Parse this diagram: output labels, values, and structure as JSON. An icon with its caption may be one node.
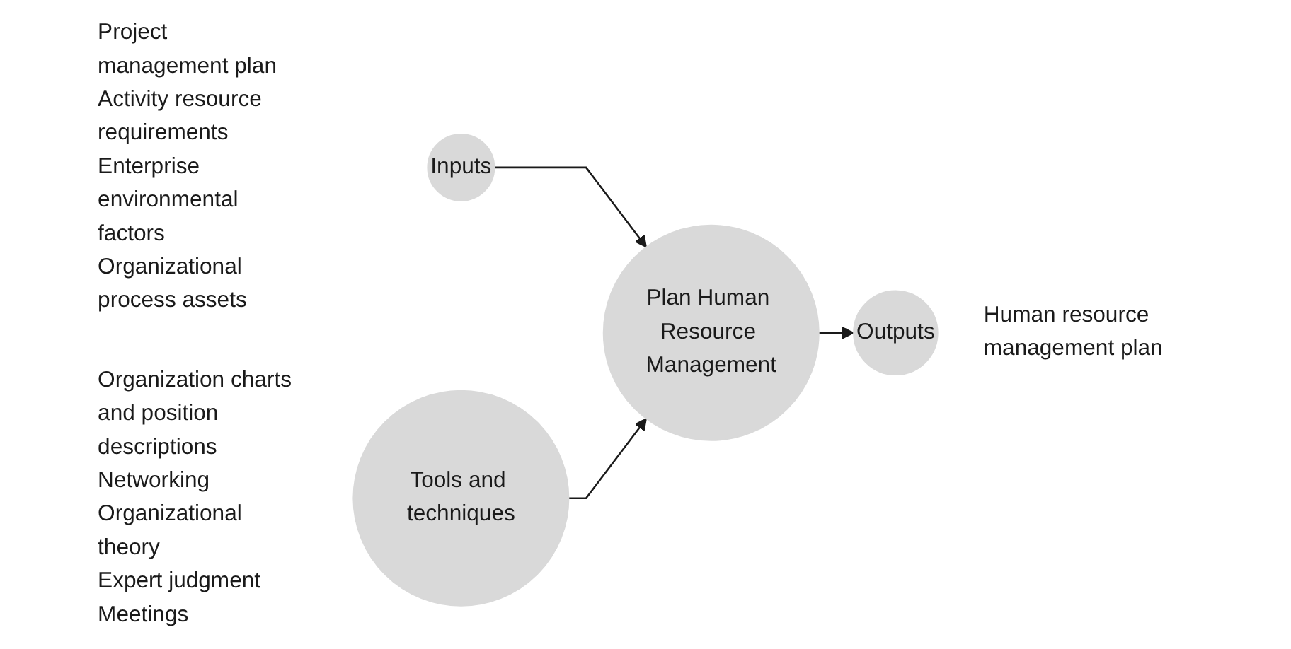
{
  "diagram": {
    "nodes": [
      {
        "text": [
          "Inputs"
        ],
        "beside": [
          "Project management plan",
          "Activity resource requirements",
          "Enterprise environmental factors",
          "Organizational process assets"
        ]
      },
      {
        "text": [
          "Plan Human Resource Management"
        ]
      },
      {
        "text": [
          "Outputs"
        ],
        "beside": [
          "Human resource management plan"
        ]
      },
      {
        "text": [
          "Tools and techniques"
        ],
        "beside": [
          "Organization charts and position descriptions",
          "Networking",
          "Organizational theory",
          "Expert judgment",
          "Meetings"
        ]
      }
    ],
    "edges": [
      {
        "from": 0,
        "to": 1,
        "arrow": "to"
      },
      {
        "from": 3,
        "to": 1,
        "arrow": "to"
      },
      {
        "from": 1,
        "to": 2,
        "arrow": "to"
      }
    ]
  }
}
